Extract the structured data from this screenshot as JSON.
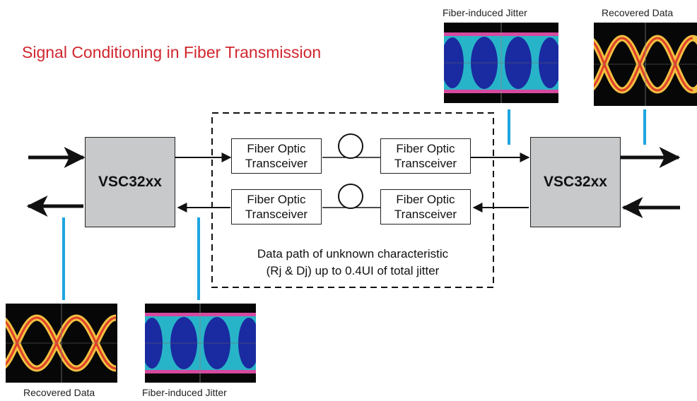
{
  "title": "Signal Conditioning in Fiber Transmission",
  "chips": {
    "left_label": "VSC32xx",
    "right_label": "VSC32xx"
  },
  "transceivers": [
    {
      "line1": "Fiber Optic",
      "line2": "Transceiver"
    },
    {
      "line1": "Fiber Optic",
      "line2": "Transceiver"
    },
    {
      "line1": "Fiber Optic",
      "line2": "Transceiver"
    },
    {
      "line1": "Fiber Optic",
      "line2": "Transceiver"
    }
  ],
  "data_path_note": {
    "line1": "Data path of unknown characteristic",
    "line2": "(Rj & Dj) up to 0.4UI of total jitter"
  },
  "scopes": {
    "top_jitter_label": "Fiber-induced Jitter",
    "top_recovered_label": "Recovered Data",
    "bottom_recovered_label": "Recovered Data",
    "bottom_jitter_label": "Fiber-induced Jitter"
  },
  "colors": {
    "title": "#d0262e",
    "chip_fill": "#c8c9cb",
    "probe_line": "#1ea5e0",
    "jitter_eye": "#1a2aa0",
    "jitter_field": "#28b4c8",
    "recovered_trace": "#f2c040"
  }
}
